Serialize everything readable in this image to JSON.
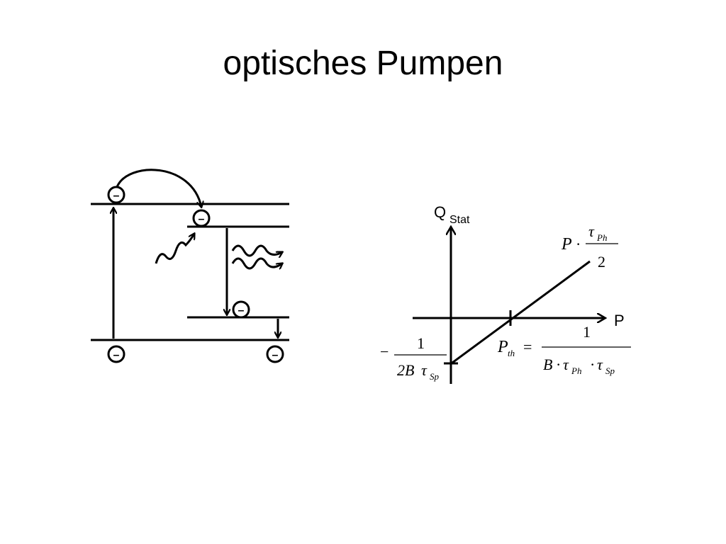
{
  "slide": {
    "title": "optisches Pumpen"
  },
  "energy_diagram": {
    "electron_symbol": "–"
  },
  "graph": {
    "y_axis_label": "Q",
    "y_axis_label_sub": "Stat",
    "x_axis_label": "P",
    "slope_label": {
      "P": "P",
      "dot": "·",
      "tau": "τ",
      "tau_sub": "Ph",
      "den": "2"
    },
    "intercept_label": {
      "minus": "−",
      "num": "1",
      "den_main": "2B",
      "tau": "τ",
      "tau_sub": "Sp"
    },
    "threshold_label": {
      "P": "P",
      "P_sub": "th",
      "eq": "=",
      "num": "1",
      "B": "B",
      "dot": "·",
      "tau": "τ",
      "tau1_sub": "Ph",
      "tau2_sub": "Sp"
    }
  }
}
